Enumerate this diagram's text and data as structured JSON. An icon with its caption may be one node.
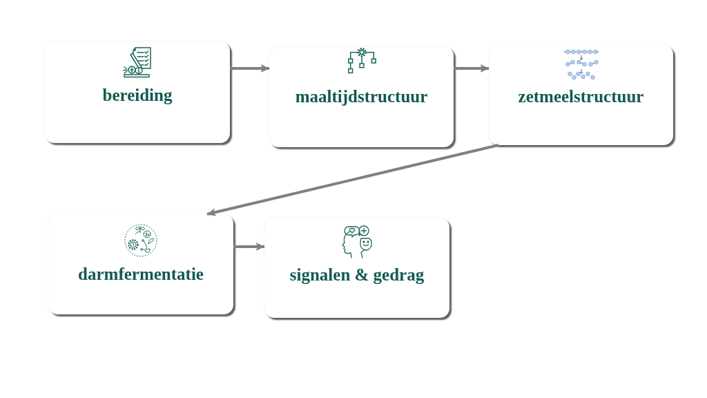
{
  "diagram": {
    "nodes": [
      {
        "text": [
          "bereiding"
        ]
      },
      {
        "text": [
          "maaltijdstructuur"
        ]
      },
      {
        "text": [
          "zetmeelstructuur"
        ]
      },
      {
        "text": [
          "darmfermentatie"
        ]
      },
      {
        "text": [
          "signalen & gedrag"
        ]
      }
    ],
    "edges": [
      {
        "from": 0,
        "to": 1,
        "arrow": "to"
      },
      {
        "from": 1,
        "to": 2,
        "arrow": "to"
      },
      {
        "from": 2,
        "to": 3,
        "arrow": "to"
      },
      {
        "from": 3,
        "to": 4,
        "arrow": "to"
      }
    ]
  }
}
